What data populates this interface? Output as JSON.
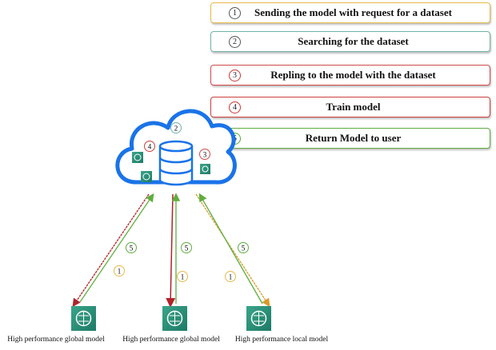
{
  "steps": [
    {
      "num": "1",
      "label": "Sending the model with request for a dataset",
      "color": "#e8b94a"
    },
    {
      "num": "2",
      "label": "Searching for the dataset",
      "color": "#6fb3a8"
    },
    {
      "num": "3",
      "label": "Repling to the model with the dataset",
      "color": "#d24a4a"
    },
    {
      "num": "4",
      "label": "Train model",
      "color": "#c9413f"
    },
    {
      "num": "5",
      "label": "Return Model to user",
      "color": "#5fae3e"
    }
  ],
  "cloud": {
    "markers": [
      "2",
      "4",
      "3"
    ],
    "icons": [
      "brain-icon",
      "brain-icon",
      "brain-icon",
      "database-icon"
    ],
    "color": "#1a73e8"
  },
  "clients": [
    {
      "label": "High performance global model",
      "icon": "brain-icon"
    },
    {
      "label": "High performance global model",
      "icon": "brain-icon"
    },
    {
      "label": "High performance local model",
      "icon": "brain-icon"
    }
  ],
  "arrow_markers": {
    "left": [
      "5",
      "1"
    ],
    "middle": [
      "5",
      "1"
    ],
    "right": [
      "5",
      "1"
    ]
  }
}
